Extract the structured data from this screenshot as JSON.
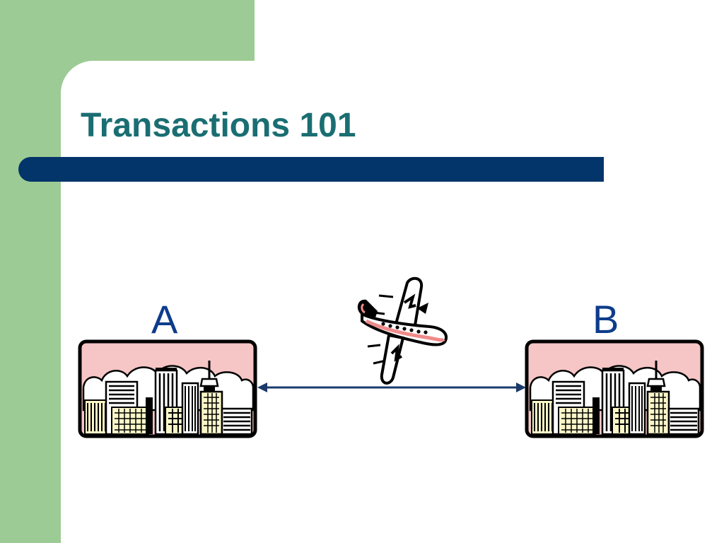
{
  "slide": {
    "title": "Transactions 101"
  },
  "diagram": {
    "node_a": {
      "label": "A",
      "icon": "city-skyline-icon"
    },
    "node_b": {
      "label": "B",
      "icon": "city-skyline-icon"
    },
    "connector": {
      "type": "bidirectional-arrow",
      "color": "#1b3a6b"
    },
    "traveler": {
      "icon": "airplane-icon"
    }
  },
  "colors": {
    "sidebar_green": "#9dcb95",
    "title_text": "#1a6e72",
    "title_bar": "#03346a",
    "label_text": "#0e3c8c",
    "sky_pink": "#f6c5c5",
    "building_cream": "#faf6c8"
  }
}
